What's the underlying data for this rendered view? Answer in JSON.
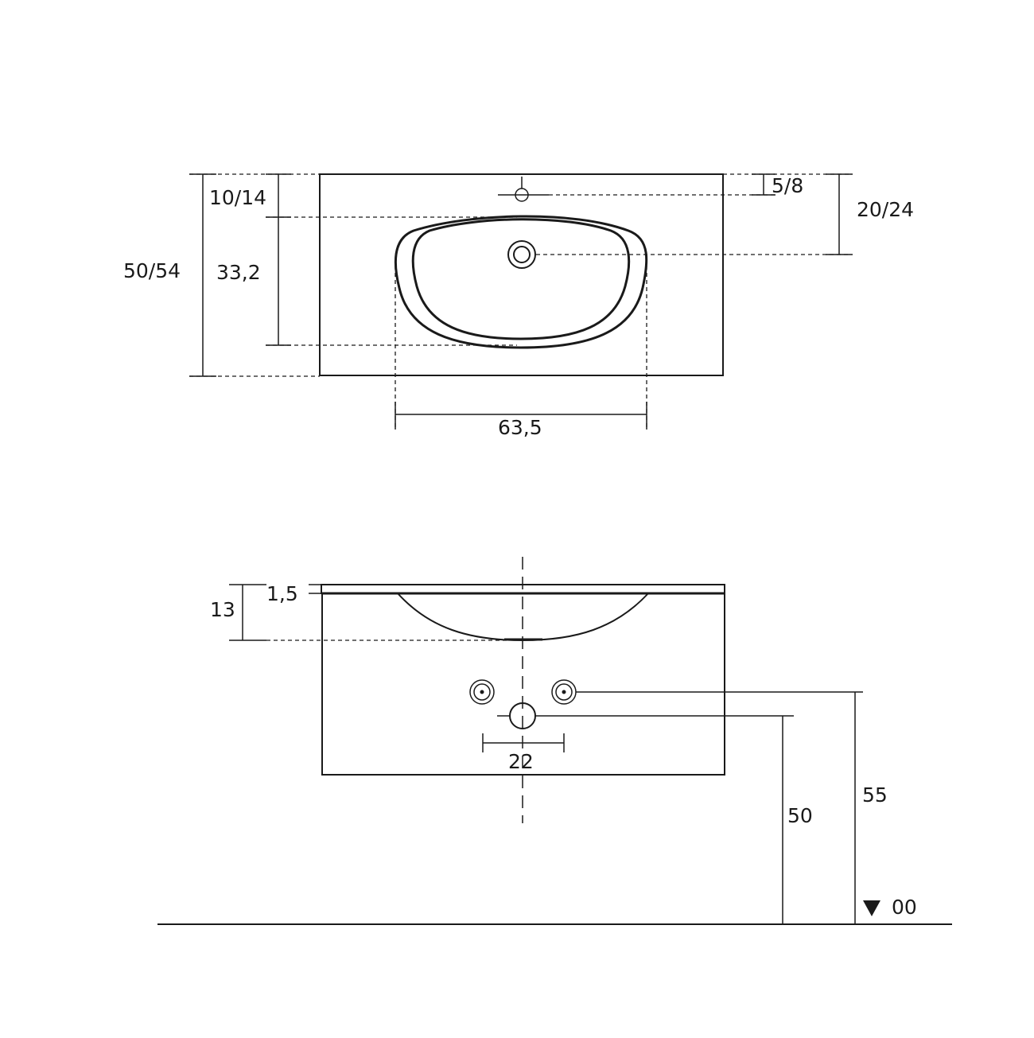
{
  "top_view": {
    "dim_overall_depth": "50/54",
    "dim_front_to_bowl": "10/14",
    "dim_bowl_depth": "33,2",
    "dim_tap_hole": "5/8",
    "dim_drain_position": "20/24",
    "dim_bowl_width": "63,5"
  },
  "front_view": {
    "dim_top_thickness": "1,5",
    "dim_bowl_height": "13",
    "dim_connection_spacing": "22",
    "dim_drain_height": "50",
    "dim_supply_height": "55",
    "floor_level_label": "00"
  }
}
